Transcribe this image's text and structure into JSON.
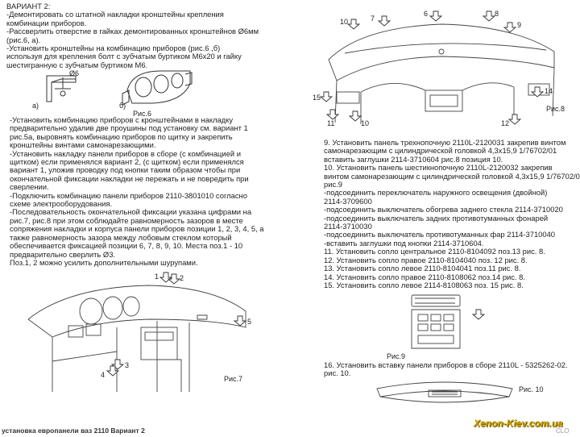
{
  "left_text_top": [
    "ВАРИАНТ 2:",
    "-Демонтировать со штатной накладки  кронштейны крепления",
    "комбинации приборов.",
    "-Рассверлить отверстие в гайках демонтированных кронштейнов Ø6мм",
    "(рис.6, а).",
    "-Установить кронштейны на комбинацию приборов  (рис.6 ,б)",
    "используя для крепления болт с зубчатым буртиком М6х20 и гайку",
    "шестигранную с зубчатым буртиком М6."
  ],
  "left_text_mid": [
    "-Установить комбинацию приборов с кронштейнами в накладку",
    "предварительно удалив две проушины под установку см. вариант 1",
    "рис.5а, выровнять комбинацию приборов по щитку и закрепить",
    "кронштейны винтами самонарезающими.",
    "-Установить накладку панели приборов в сборе (с комбинацией и",
    "щитком) если применялся вариант 2, (с щитком) если применялся",
    "вариант 1, уложив проводку под кнопки таким образом чтобы при",
    "окончательной фиксации накладки не пережать и не повредить при",
    "сверлении.",
    "-Подключить комбинацию панели приборов 2110-3801010 согласно",
    "схеме электрооборудования.",
    "-Последовательность окончательной фиксации указана цифрами на",
    "рис.7, рис.8 при этом соблюдайте равномерность зазоров в месте",
    "сопряжения накладки и корпуса панели приборов позиции 1, 2, 3, 4, 5, а",
    "также равномерность зазора между лобовым стеклом который",
    "обеспечивается фиксацией позиции 6, 7, 8, 9, 10. Места поз.1 - 10",
    "предварительно сверлить  Ø3.",
    "Поз.1, 2 можно усилить дополнительными шурупами."
  ],
  "right_text": [
    "9. Установить панель трехнопочную 2110L-2120031 закрепив винтом",
    "самонарезающим с цилиндрической головкой 4,3х15,9 1/76702/01",
    "вставить заглушки 2114-3710604 рис.8 позиция 10.",
    "10. Установить панель шестикнопочную 2110L-2120032 закрепив",
    "винтом самонарезающим с цилиндрической головкой 4,3х15,9 1/76702/01",
    "рис.9",
    "-подсоединить переключатель наружного освещения (двойной)",
    "2114-3709600",
    "-подсоединить выключатель обогрева заднего стекла 2114-3710020",
    "-подсоединить выключатель задних противотуманных фонарей",
    "2114-3710030",
    "-подсоединить выключатель противотуманных фар 2114-3710040",
    "-вставить заглушки под кнопки 2114-3710604.",
    "11. Установить сопло центральное 2110-8104092 поз.13 рис. 8.",
    "12. Установить сопло правое 2110-8104040 поз. 12 рис. 8.",
    "13. Установить сопло левое 2110-8104041 поз.11 рис. 8.",
    "14. Установить сопло правое 2110-8108062 поз.14 рис. 8.",
    "15. Установить сопло левое 2114-8108063 поз. 15 рис. 8."
  ],
  "right_text_bottom": [
    "16. Установить вставку панели приборов в сборе 2110L - 5325262-02.",
    "рис. 10."
  ],
  "fig6": {
    "caption": "Рис.6",
    "label_a": "а)",
    "label_b": "б)",
    "dim": "Ø6"
  },
  "fig7": {
    "caption": "Рис.7",
    "numbers": [
      "1",
      "2",
      "3",
      "4",
      "5"
    ]
  },
  "fig8": {
    "caption": "Рис.8",
    "numbers": [
      "10",
      "7",
      "6",
      "8",
      "9",
      "15",
      "11",
      "10",
      "12",
      "14"
    ]
  },
  "fig9": {
    "caption": "Рис.9"
  },
  "fig10": {
    "caption": "Рис. 10"
  },
  "footer": "установка европанели ваз 2110 Вариант 2",
  "logo": "Xenon-Kiev.com.ua",
  "corner": "CLO"
}
